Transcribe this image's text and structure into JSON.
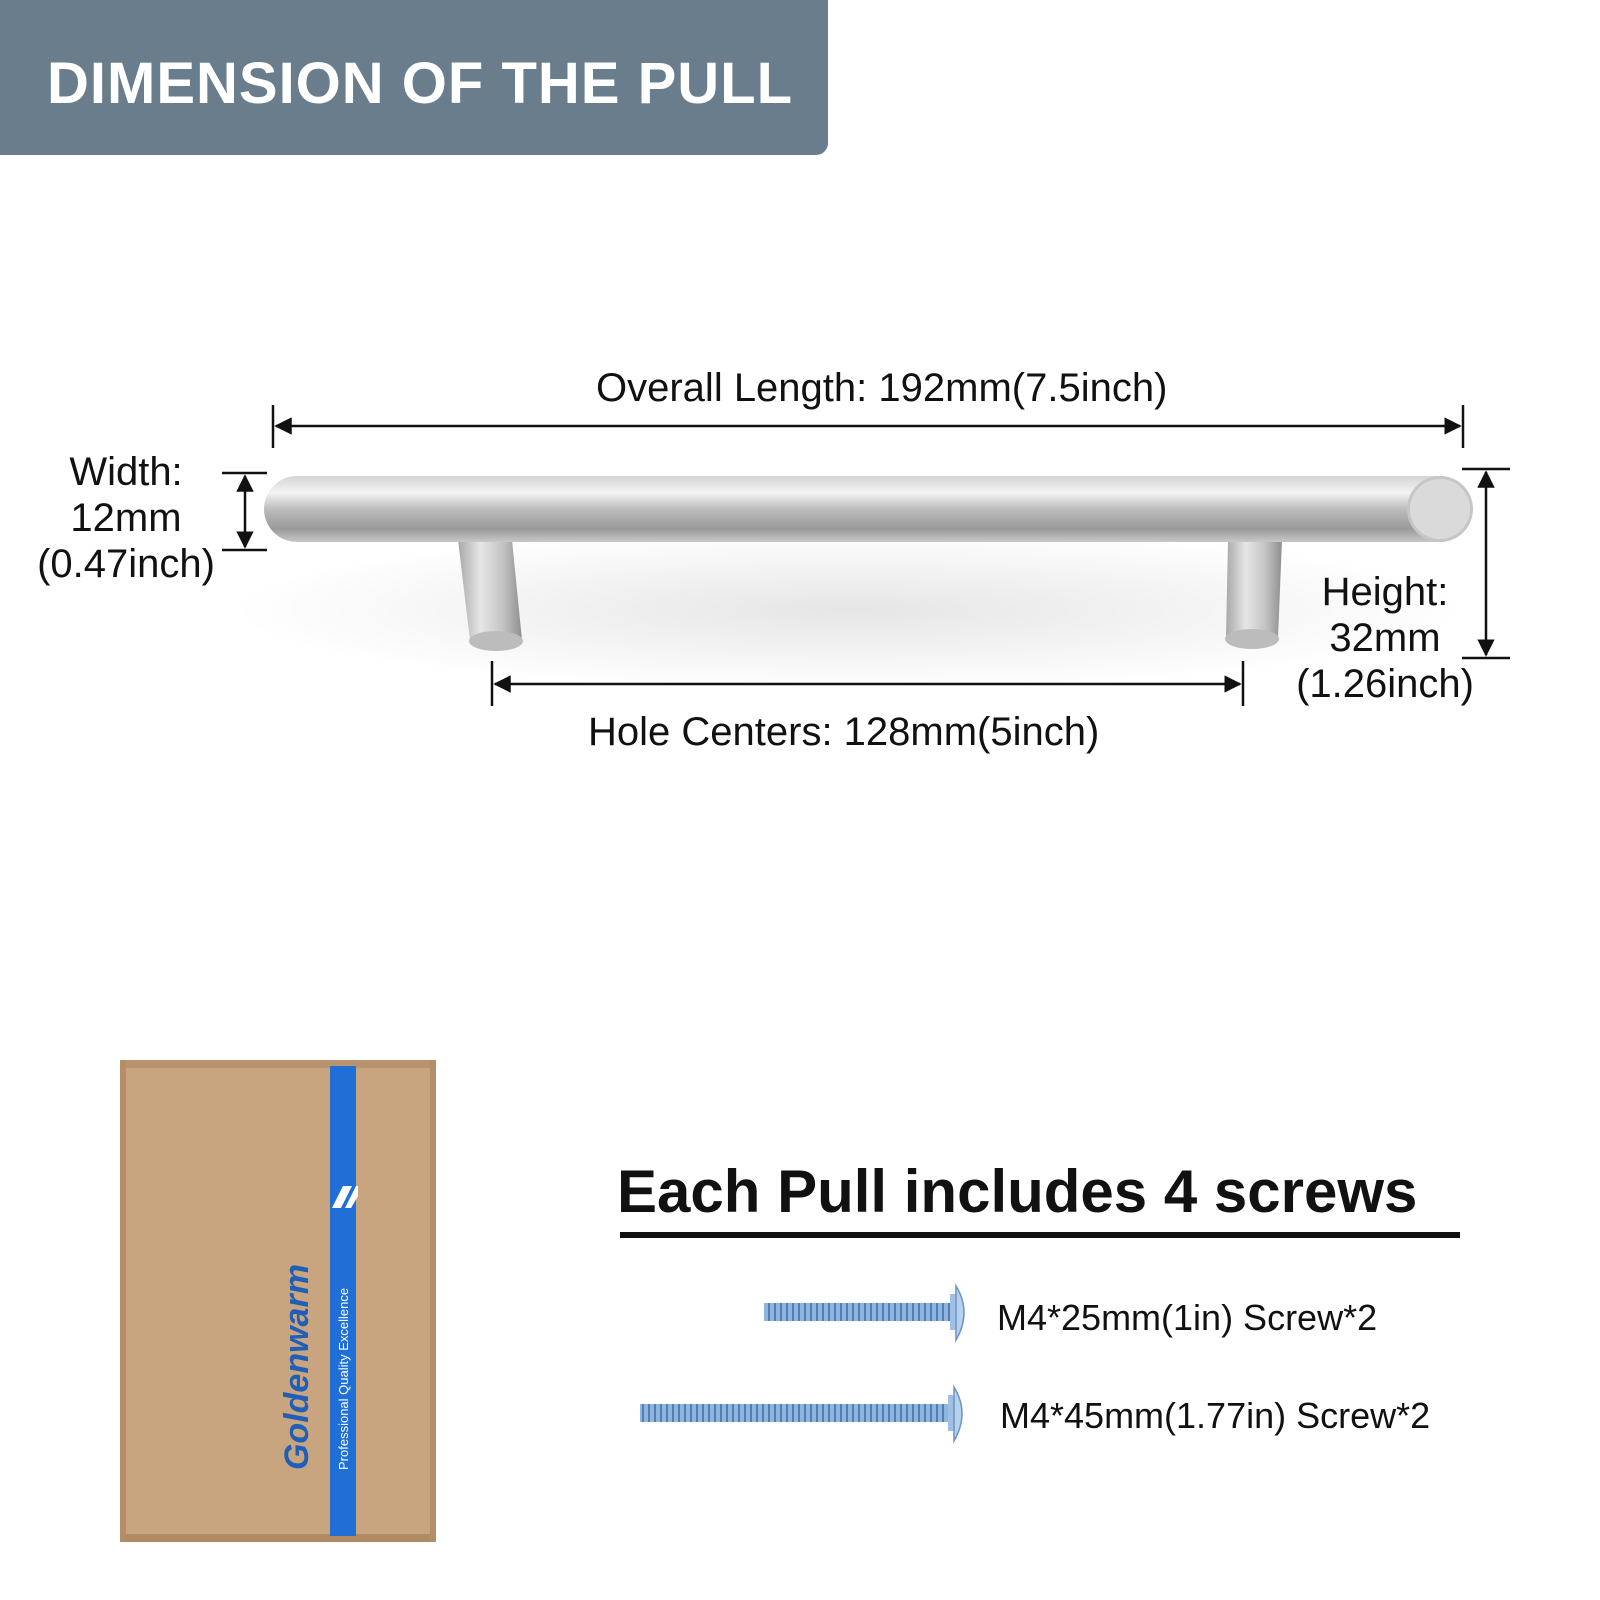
{
  "header": {
    "title": "DIMENSION OF THE PULL",
    "bg_color": "#6a7d8c"
  },
  "dimensions": {
    "overall_length": "Overall Length: 192mm(7.5inch)",
    "hole_centers": "Hole Centers: 128mm(5inch)",
    "width": {
      "line1": "Width:",
      "line2": "12mm",
      "line3": "(0.47inch)"
    },
    "height": {
      "line1": "Height:",
      "line2": "32mm",
      "line3": "(1.26inch)"
    }
  },
  "package": {
    "brand": "Goldenwarm",
    "tagline": "Professional Quality Excellence",
    "box_color": "#c9a57f",
    "stripe_color": "#1f6fd6"
  },
  "screws": {
    "heading": "Each Pull includes 4 screws",
    "items": [
      {
        "label": "M4*25mm(1in) Screw*2"
      },
      {
        "label": "M4*45mm(1.77in) Screw*2"
      }
    ],
    "screw_color": "#8fb4de"
  }
}
